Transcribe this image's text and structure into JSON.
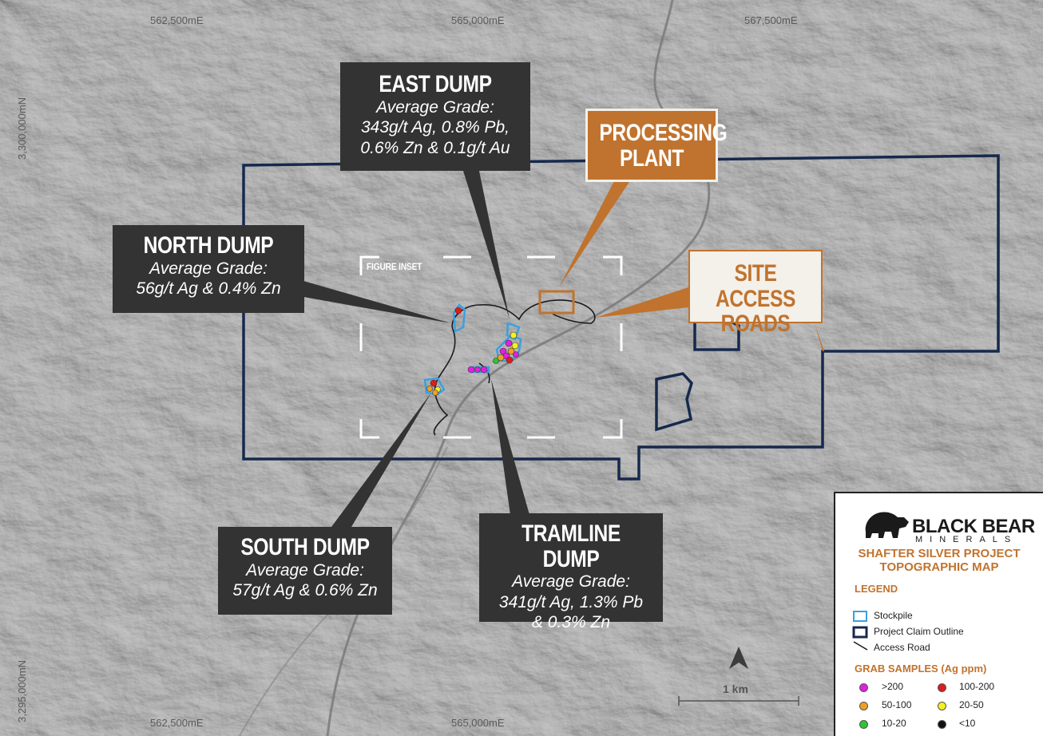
{
  "coordinates": {
    "easting_top": [
      "562,500mE",
      "565,000mE",
      "567,500mE"
    ],
    "easting_bottom": [
      "562,500mE",
      "565,000mE"
    ],
    "northing": [
      "3,300,000mN",
      "3,295,000mN"
    ]
  },
  "callouts": {
    "east_dump": {
      "title": "EAST DUMP",
      "line1": "Average Grade:",
      "line2": "343g/t Ag, 0.8% Pb,",
      "line3": "0.6% Zn & 0.1g/t Au"
    },
    "north_dump": {
      "title": "NORTH DUMP",
      "line1": "Average Grade:",
      "line2": "56g/t Ag & 0.4% Zn"
    },
    "processing_plant": {
      "title1": "PROCESSING",
      "title2": "PLANT"
    },
    "site_access": {
      "title1": "SITE ACCESS",
      "title2": "ROADS"
    },
    "south_dump": {
      "title": "SOUTH DUMP",
      "line1": "Average Grade:",
      "line2": "57g/t Ag & 0.6% Zn"
    },
    "tramline_dump": {
      "title": "TRAMLINE DUMP",
      "line1": "Average Grade:",
      "line2": "341g/t Ag, 1.3% Pb",
      "line3": "& 0.3% Zn"
    }
  },
  "inset_label": "FIGURE INSET",
  "scale_bar": "1 km",
  "legend": {
    "brand_line1": "BLACK BEAR",
    "brand_line2": "MINERALS",
    "project_title": "SHAFTER SILVER PROJECT",
    "map_title": "TOPOGRAPHIC MAP",
    "legend_heading": "LEGEND",
    "items": [
      "Stockpile",
      "Project Claim Outline",
      "Access Road"
    ],
    "samples_heading": "GRAB SAMPLES (Ag ppm)",
    "sample_classes": [
      {
        "label": ">200",
        "color": "#e020e0"
      },
      {
        "label": "100-200",
        "color": "#e01b1b"
      },
      {
        "label": "50-100",
        "color": "#f0a020"
      },
      {
        "label": "20-50",
        "color": "#f5f020"
      },
      {
        "label": "10-20",
        "color": "#2ec52e"
      },
      {
        "label": "<10",
        "color": "#111111"
      }
    ]
  },
  "colors": {
    "claim_outline": "#16294d",
    "stockpile": "#3aa0e0",
    "callout_dark": "#333333",
    "accent_orange": "#c0732e"
  }
}
